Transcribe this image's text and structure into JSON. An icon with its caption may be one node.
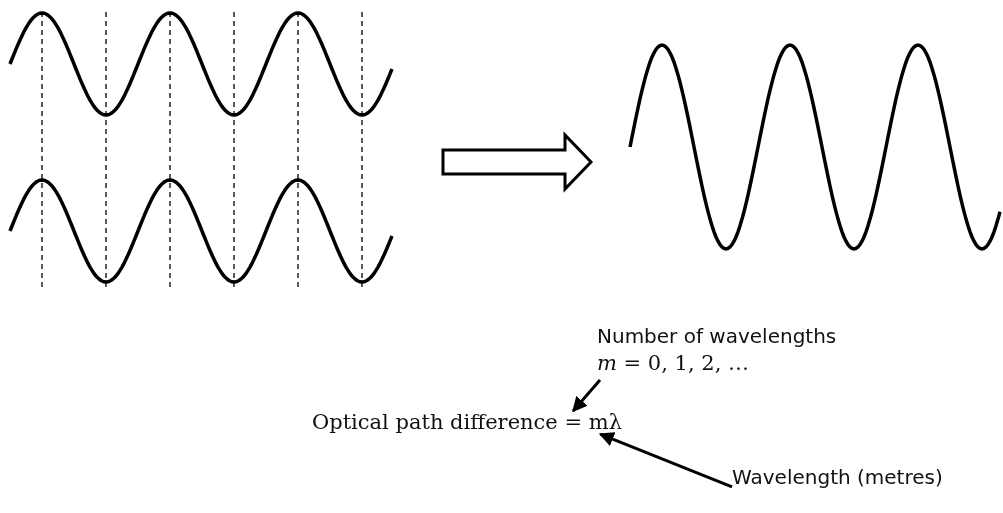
{
  "diagram": {
    "nodes": [
      {
        "text": [],
        "shape": "picture"
      },
      {
        "text": [],
        "shape": "picture"
      },
      {
        "text": [
          "Number of wavelengths",
          "*m* = 0, 1, 2, …"
        ]
      },
      {
        "text": [
          "Optical path difference = mλ"
        ]
      },
      {
        "text": [
          "Wavelength (metres)"
        ]
      }
    ],
    "edges": [
      {
        "from": 0,
        "to": 1,
        "arrow": "to",
        "style": "thick"
      },
      {
        "from": 2,
        "to": 3,
        "arrow": "to"
      },
      {
        "from": 4,
        "to": 3,
        "arrow": "to"
      }
    ]
  }
}
